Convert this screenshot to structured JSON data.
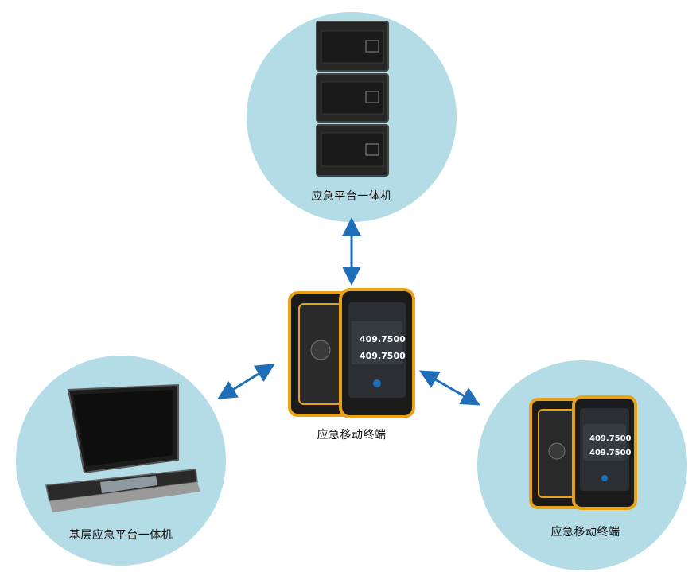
{
  "colors": {
    "circle_fill": "#b3dce6",
    "arrow": "#1f6fb8",
    "device_dark": "#1b1b1b",
    "rugged_orange": "#e8a21a"
  },
  "nodes": {
    "top": {
      "label": "应急平台一体机",
      "icon": "rack-server-icon"
    },
    "center": {
      "label": "应急移动终端",
      "icon": "rugged-phone-icon"
    },
    "left": {
      "label": "基层应急平台一体机",
      "icon": "all-in-one-terminal-icon"
    },
    "right": {
      "label": "应急移动终端",
      "icon": "rugged-phone-icon"
    }
  },
  "phone_screen": {
    "freq1": "409.7500",
    "freq2": "409.7500"
  },
  "edges": [
    {
      "from": "center",
      "to": "top",
      "direction": "bidirectional"
    },
    {
      "from": "center",
      "to": "left",
      "direction": "bidirectional"
    },
    {
      "from": "center",
      "to": "right",
      "direction": "bidirectional"
    }
  ]
}
